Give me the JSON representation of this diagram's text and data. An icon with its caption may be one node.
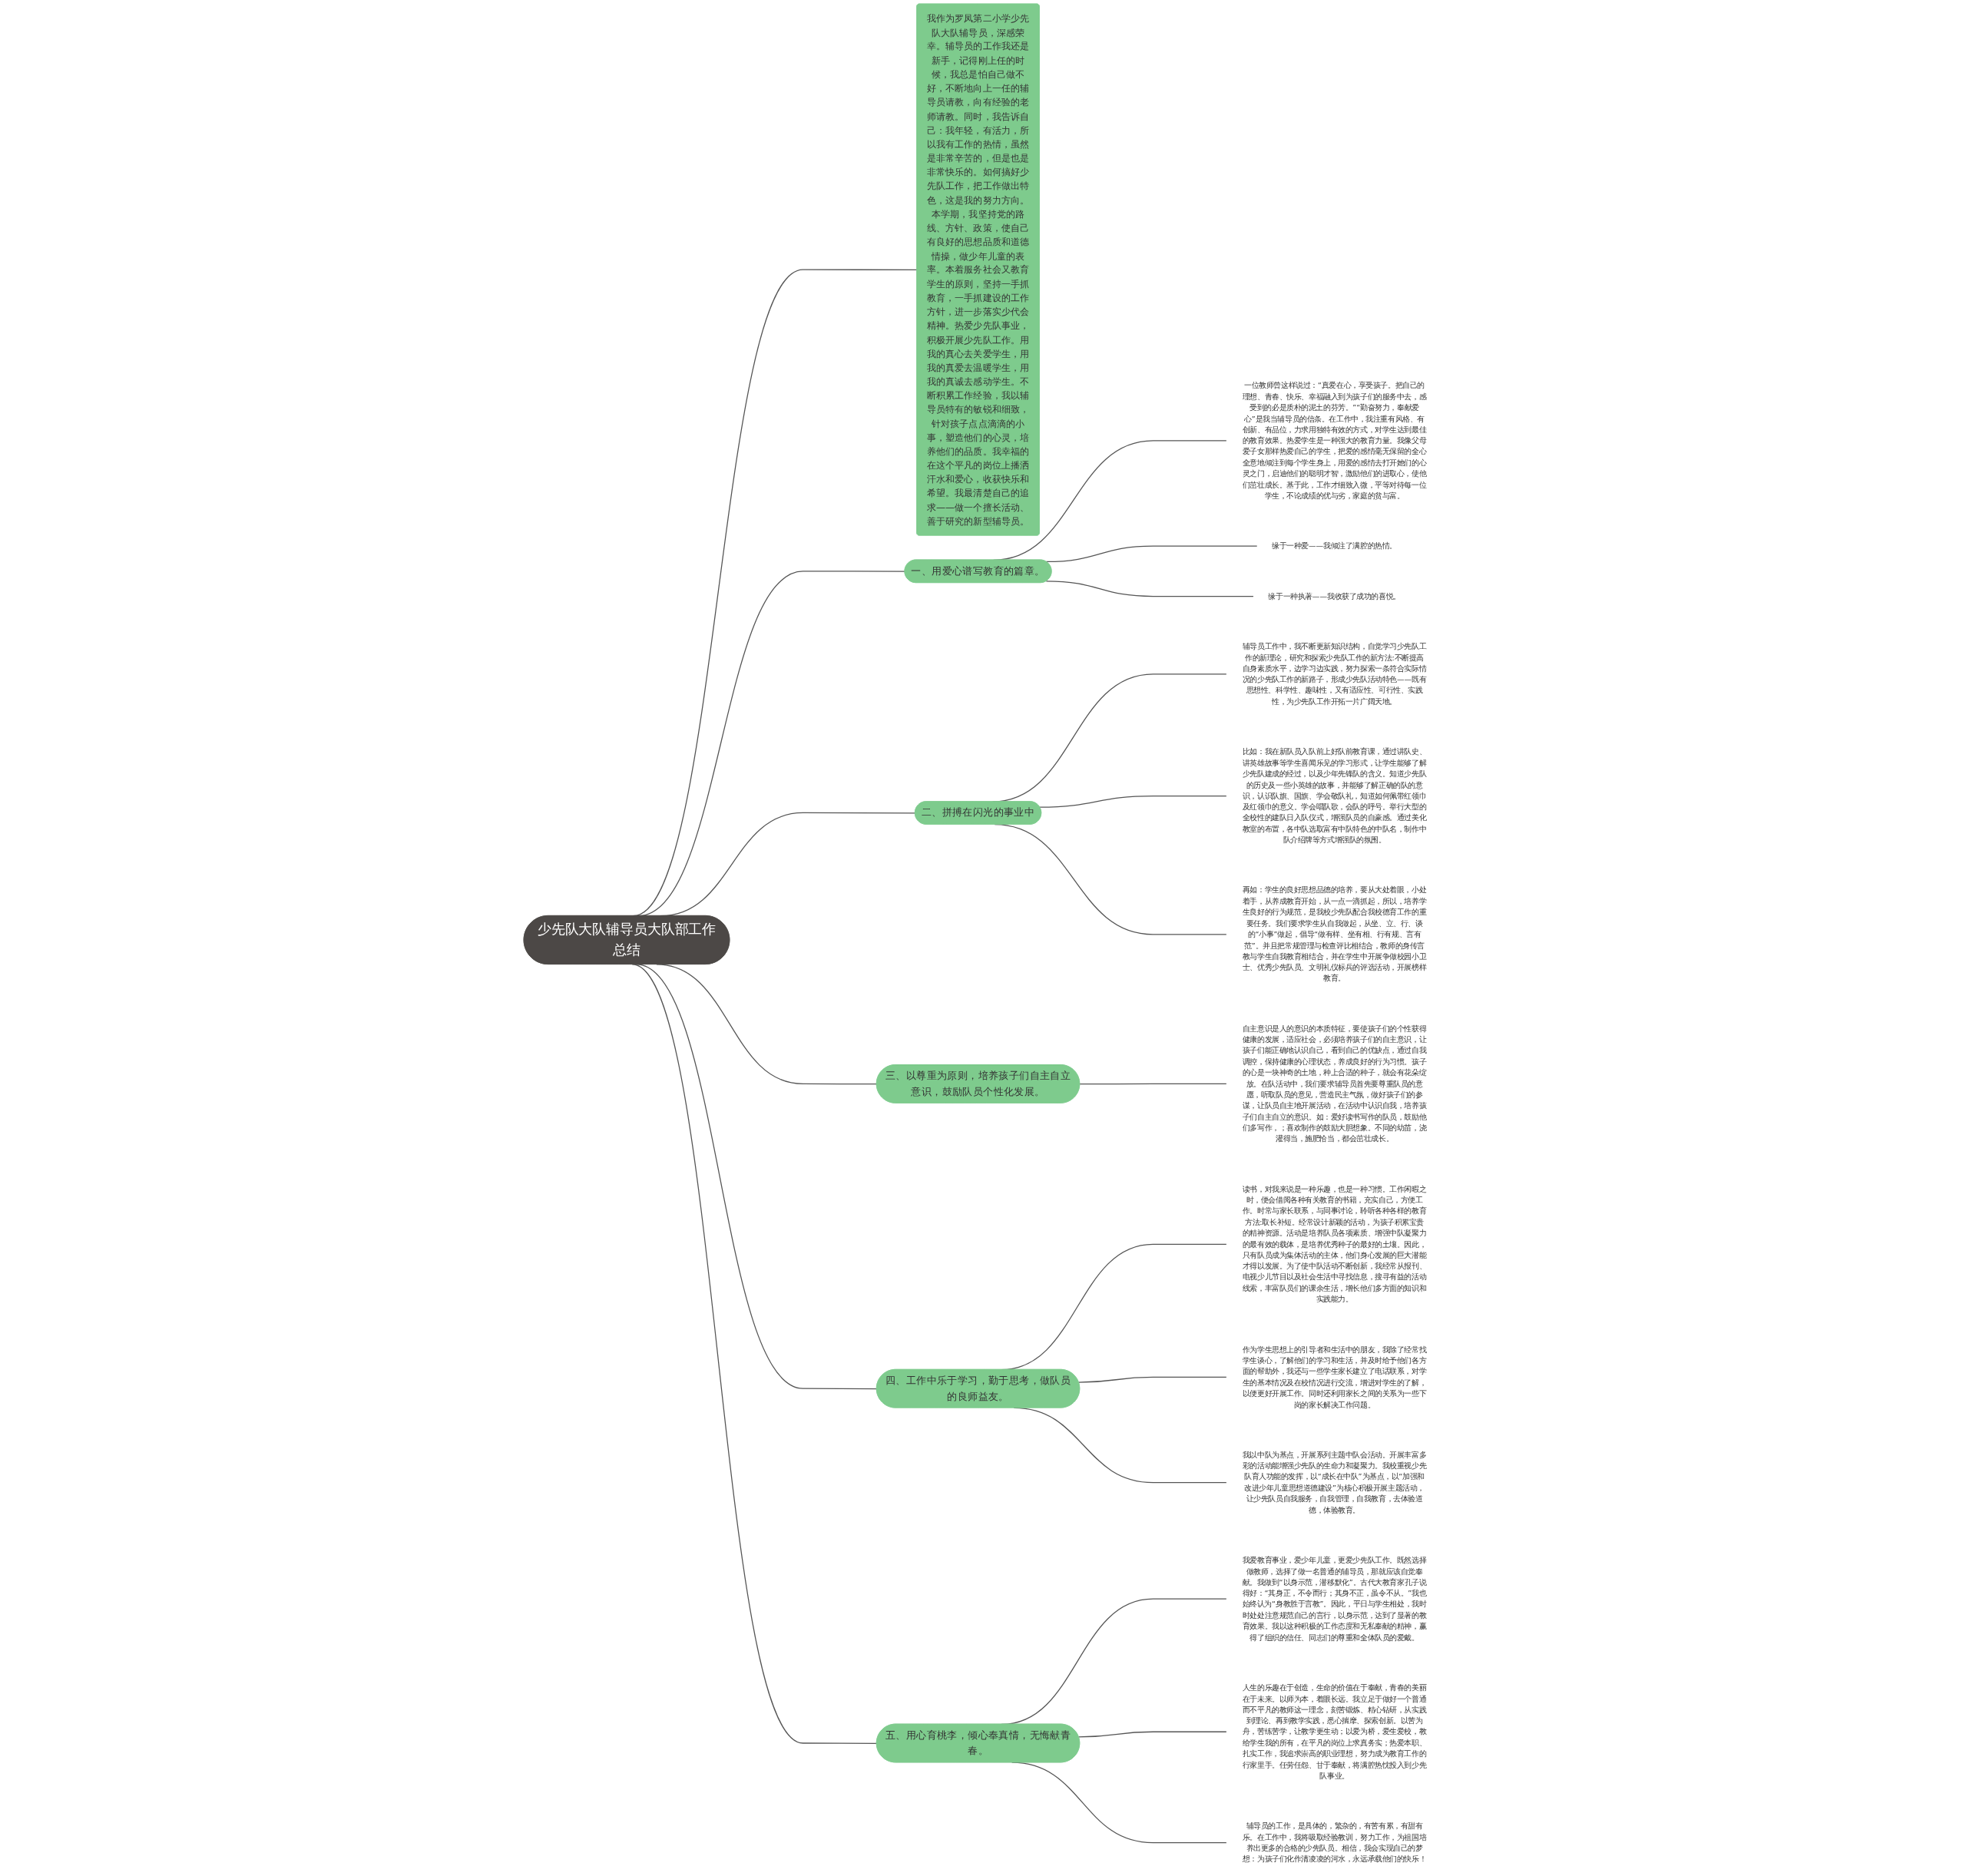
{
  "diagram": {
    "nodes": [
      {
        "text": [
          "少先队大队辅导员大队部工作总结"
        ]
      },
      {
        "text": [
          "我作为罗凤第二小学少先队大队辅导员，深感荣幸。辅导员的工作我还是新手，记得刚上任的时候，我总是怕自己做不好，不断地向上一任的辅导员请教，向有经验的老师请教。同时，我告诉自己：我年轻，有活力，所以我有工作的热情，虽然是非常辛苦的，但是也是非常快乐的。如何搞好少先队工作，把工作做出特色，这是我的努力方向。本学期，我坚持党的路线、方针、政策，使自己有良好的思想品质和道德情操，做少年儿童的表率。本着服务社会又教育学生的原则，坚持一手抓教育，一手抓建设的工作方针，进一步落实少代会精神。热爱少先队事业，积极开展少先队工作。用我的真心去关爱学生，用我的真爱去温暖学生，用我的真诚去感动学生。不断积累工作经验，我以辅导员特有的敏锐和细致，针对孩子点点滴滴的小事，塑造他们的心灵，培养他们的品质。我幸福的在这个平凡的岗位上播洒汗水和爱心，收获快乐和希望。我最清楚自己的追求——做一个擅长活动、善于研究的新型辅导员。"
        ]
      },
      {
        "text": [
          "一、用爱心谱写教育的篇章。"
        ]
      },
      {
        "text": [
          "一位教师曾这样说过：“真爱在心，享受孩子。把自己的理想、青春、快乐、幸福融入到为孩子们的服务中去，感受到的必是质朴的泥土的芬芳。”“勤奋努力，奉献爱心”是我当辅导员的信条。在工作中，我注重有风格、有创新、有品位，力求用独特有效的方式，对学生达到最佳的教育效果。热爱学生是一种强大的教育力量。我像父母爱子女那样热爱自己的学生，把爱的感情毫无保留的全心全意地倾注到每个学生身上，用爱的感情去打开她们的心灵之门，启迪他们的聪明才智，激励他们的进取心，使他们茁壮成长。基于此，工作才细致入微，平等对待每一位学生，不论成绩的优与劣，家庭的贫与富。"
        ]
      },
      {
        "text": [
          "缘于一种爱——我倾注了满腔的热情。"
        ]
      },
      {
        "text": [
          "缘于一种执著——我收获了成功的喜悦。"
        ]
      },
      {
        "text": [
          "二、拼搏在闪光的事业中"
        ]
      },
      {
        "text": [
          "辅导员工作中，我不断更新知识结构，自觉学习少先队工作的新理论，研究和探索少先队工作的新方法:不断提高自身素质水平，边学习边实践，努力探索一条符合实际情况的少先队工作的新路子，形成少先队活动特色——既有思想性、科学性、趣味性，又有适应性、可行性、实践性，为少先队工作开拓一片广阔天地。"
        ]
      },
      {
        "text": [
          "比如：我在新队员入队前上好队前教育课，通过讲队史、讲英雄故事等学生喜闻乐见的学习形式，让学生能够了解少先队建成的经过，以及少年先锋队的含义。知道少先队的历史及一些小英雄的故事，并能够了解正确的队的意识，认识队旗、国旗、学会敬队礼，知道如何佩带红领巾及红领巾的意义。学会唱队歌，会队的呼号。举行大型的全校性的建队日入队仪式，增强队员的自豪感。通过美化教室的布置，各中队选取富有中队特色的中队名，制作中队介绍牌等方式增强队的氛围。"
        ]
      },
      {
        "text": [
          "再如：学生的良好思想品德的培养，要从大处着眼，小处着手，从养成教育开始，从一点一滴抓起，所以，培养学生良好的行为规范，是我校少先队配合我校德育工作的重要任务。我们要求学生从自我做起，从坐、立、行、谈的“小事”做起，倡导“做有样、坐有相、行有规、言有范”。并且把常规管理与检查评比相结合，教师的身传言教与学生自我教育相结合，并在学生中开展争做校园小卫士、优秀少先队员、文明礼仪标兵的评选活动，开展榜样教育。"
        ]
      },
      {
        "text": [
          "三、以尊重为原则，培养孩子们自主自立意识，鼓励队员个性化发展。"
        ]
      },
      {
        "text": [
          "自主意识是人的意识的本质特征，要使孩子们的个性获得健康的发展，适应社会，必须培养孩子们的自主意识，让孩子们能正确地认识自己，看到自己的优缺点，通过自我调控，保持健康的心理状态，养成良好的行为习惯。孩子的心是一块神奇的土地，种上合适的种子，就会有花朵绽放。在队活动中，我们要求辅导员首先要尊重队员的意愿，听取队员的意见，营造民主气氛，做好孩子们的参谋，让队员自主地开展活动，在活动中认识自我，培养孩子们自主自立的意识。如：爱好读书写作的队员，鼓励他们多写作，；喜欢制作的鼓励大胆想象。不同的幼苗，浇灌得当，施肥恰当，都会茁壮成长。"
        ]
      },
      {
        "text": [
          "四、工作中乐于学习，勤于思考，做队员的良师益友。"
        ]
      },
      {
        "text": [
          "读书，对我来说是一种乐趣，也是一种习惯。工作闲暇之时，便会借阅各种有关教育的书籍，充实自己，方便工作。时常与家长联系，与同事讨论，聆听各种各样的教育方法:取长补短。经常设计新颖的活动，为孩子积累宝贵的精神资源。活动是培养队员各项素质、增强中队凝聚力的最有效的载体，是培养优秀种子的最好的土壤。因此，只有队员成为集体活动的主体，他们身心发展的巨大潜能才得以发展。为了使中队活动不断创新，我经常从报刊、电视少儿节目以及社会生活中寻找信息，搜寻有益的活动线索，丰富队员们的课余生活，增长他们多方面的知识和实践能力。"
        ]
      },
      {
        "text": [
          "作为学生思想上的引导者和生活中的朋友，我除了经常找学生谈心，了解他们的学习和生活，并及时给予他们各方面的帮助外，我还与一些学生家长建立了电话联系，对学生的基本情况及在校情况进行交流，增进对学生的了解，以便更好开展工作。同时还利用家长之间的关系为一些下岗的家长解决工作问题。"
        ]
      },
      {
        "text": [
          "我以中队为基点，开展系列主题中队会活动。开展丰富多彩的活动能增强少先队的生命力和凝聚力。我校重视少先队育人功能的发挥，以“成长在中队”为基点，以“加强和改进少年儿童思想道德建设”为核心积极开展主题活动，让少先队员自我服务，自我管理，自我教育，去体验道德，体验教育。"
        ]
      },
      {
        "text": [
          "五、用心育桃李，倾心奉真情，无悔献青春。"
        ]
      },
      {
        "text": [
          "我爱教育事业，爱少年儿童，更爱少先队工作。既然选择做教师，选择了做一名普通的辅导员，那就应该自觉奉献。我做到“以身示范，潜移默化”。古代大教育家孔子说得好：“其身正，不令而行；其身不正，虽令不从。”我也始终认为“身教胜于言教”。因此，平日与学生相处，我时时处处注意规范自己的言行，以身示范，达到了显著的教育效果。我以这种积极的工作态度和无私奉献的精神，赢得了组织的信任、同志们的尊重和全体队员的爱戴。"
        ]
      },
      {
        "text": [
          "人生的乐趣在于创造，生命的价值在于奉献，青春的美丽在于未来。以师为本，着眼长远。我立足于做好一个普通而不平凡的教师这一理念，刻苦锻炼、精心钻研，从实践到理论、再到教学实践，悉心揣摩、探索创新。以苦为舟，苦练苦学，让教学更生动；以爱为桥，爱生爱校，教给学生我的所有，在平凡的岗位上求真务实；热爱本职、扎实工作，我追求崇高的职业理想，努力成为教育工作的行家里手。任劳任怨、甘于奉献，将满腔热忱投入到少先队事业。"
        ]
      },
      {
        "text": [
          "辅导员的工作，是具体的，繁杂的，有苦有累，有甜有乐。在工作中，我将吸取经验教训，努力工作，为祖国培养出更多的合格的少先队员。相信，我会实现自己的梦想：为孩子们化作清凌凌的河水，永远承载他们的快乐！"
        ]
      }
    ],
    "edges": [
      {
        "from": 0,
        "to": 1,
        "arrow": "none"
      },
      {
        "from": 0,
        "to": 2,
        "arrow": "none"
      },
      {
        "from": 2,
        "to": 3,
        "arrow": "none"
      },
      {
        "from": 2,
        "to": 4,
        "arrow": "none"
      },
      {
        "from": 2,
        "to": 5,
        "arrow": "none"
      },
      {
        "from": 0,
        "to": 6,
        "arrow": "none"
      },
      {
        "from": 6,
        "to": 7,
        "arrow": "none"
      },
      {
        "from": 6,
        "to": 8,
        "arrow": "none"
      },
      {
        "from": 6,
        "to": 9,
        "arrow": "none"
      },
      {
        "from": 0,
        "to": 10,
        "arrow": "none"
      },
      {
        "from": 10,
        "to": 11,
        "arrow": "none"
      },
      {
        "from": 0,
        "to": 12,
        "arrow": "none"
      },
      {
        "from": 12,
        "to": 13,
        "arrow": "none"
      },
      {
        "from": 12,
        "to": 14,
        "arrow": "none"
      },
      {
        "from": 12,
        "to": 15,
        "arrow": "none"
      },
      {
        "from": 0,
        "to": 16,
        "arrow": "none"
      },
      {
        "from": 16,
        "to": 17,
        "arrow": "none"
      },
      {
        "from": 16,
        "to": 18,
        "arrow": "none"
      },
      {
        "from": 16,
        "to": 19,
        "arrow": "none"
      }
    ]
  }
}
